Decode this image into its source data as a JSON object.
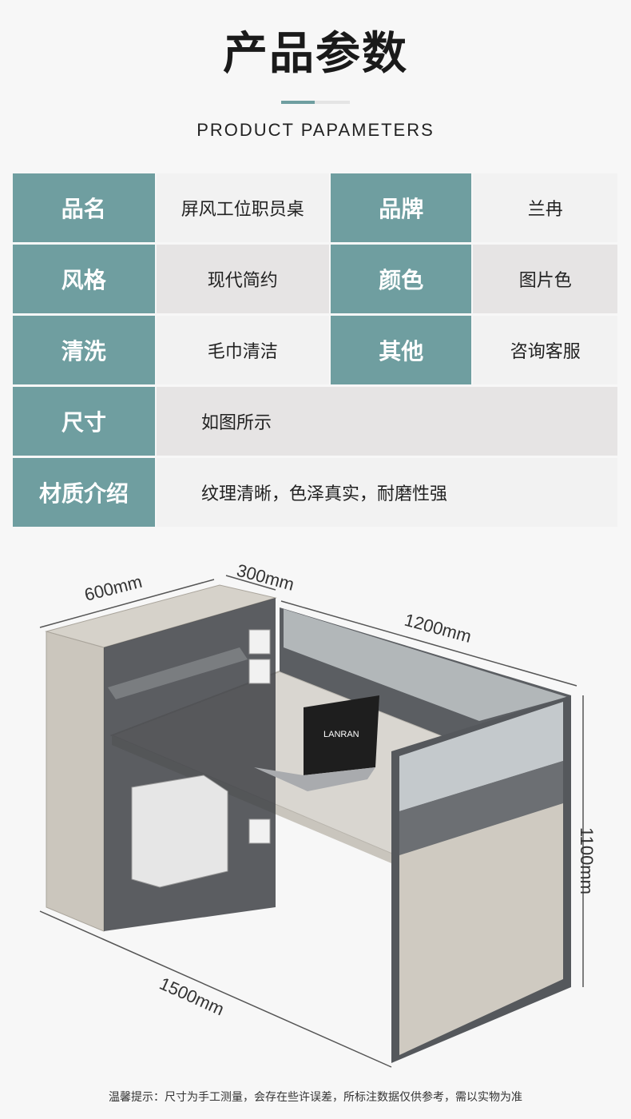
{
  "header": {
    "title": "产品参数",
    "subtitle": "PRODUCT PAPAMETERS",
    "accent": "#6f9ea0"
  },
  "params": [
    {
      "l1": "品名",
      "v1": "屏风工位职员桌",
      "l2": "品牌",
      "v2": "兰冉"
    },
    {
      "l1": "风格",
      "v1": "现代简约",
      "l2": "颜色",
      "v2": "图片色"
    },
    {
      "l1": "清洗",
      "v1": "毛巾清洁",
      "l2": "其他",
      "v2": "咨询客服"
    },
    {
      "l1": "尺寸",
      "v1": "如图所示"
    },
    {
      "l1": "材质介绍",
      "v1": "纹理清晰，色泽真实，耐磨性强"
    }
  ],
  "diagram": {
    "dim_depth": "600mm",
    "dim_cabinet": "300mm",
    "dim_side": "1200mm",
    "dim_height": "1100mm",
    "dim_length": "1500mm",
    "laptop_brand": "LANRAN"
  },
  "note": "温馨提示：尺寸为手工测量，会存在些许误差，所标注数据仅供参考，需以实物为准"
}
